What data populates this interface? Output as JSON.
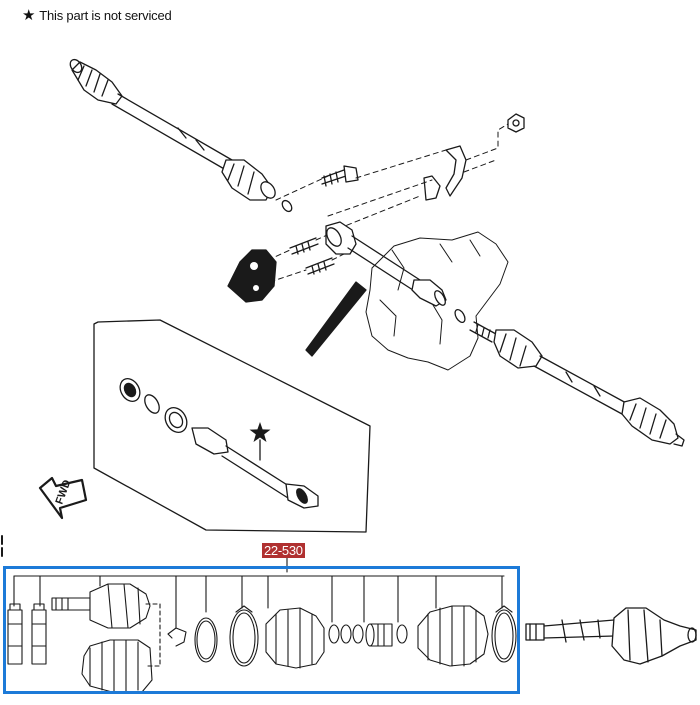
{
  "note": {
    "icon": "star-icon",
    "text": "This part is not serviced"
  },
  "fwd_label": "FWD",
  "callout_label": "22-530",
  "colors": {
    "line": "#1a1a1a",
    "callout_bg": "#b03030",
    "callout_text": "#ffffff",
    "kit_border": "#1c7ad8"
  }
}
